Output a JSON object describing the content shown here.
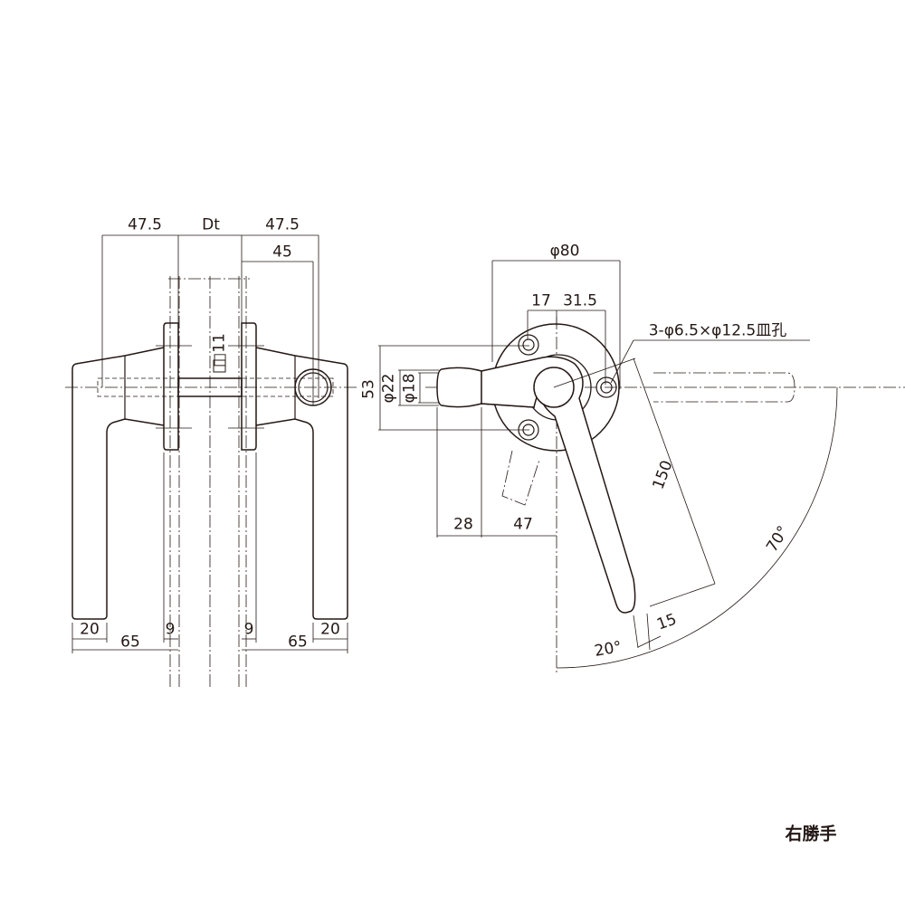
{
  "front_view": {
    "dims": {
      "left_rose_offset": "47.5",
      "door_thickness": "Dt",
      "right_rose_offset": "47.5",
      "knob_offset": "45",
      "spindle_square": "□11",
      "left_grip_width": "20",
      "left_projection": "65",
      "left_rose_thickness": "9",
      "right_rose_thickness": "9",
      "right_projection": "65",
      "right_grip_width": "20"
    }
  },
  "side_view": {
    "dims": {
      "rose_diameter": "φ80",
      "hole_offset_left": "17",
      "hole_offset_right": "31.5",
      "screw_holes": "3-φ6.5×φ12.5皿孔",
      "height": "53",
      "tip_diameter_outer": "φ22",
      "tip_diameter_inner": "φ18",
      "tip_length": "28",
      "arm_length": "47",
      "lever_length": "150",
      "lever_width": "15",
      "angle_small": "20°",
      "angle_large": "70°"
    }
  },
  "hand_label": "右勝手",
  "colors": {
    "line": "#231815"
  }
}
